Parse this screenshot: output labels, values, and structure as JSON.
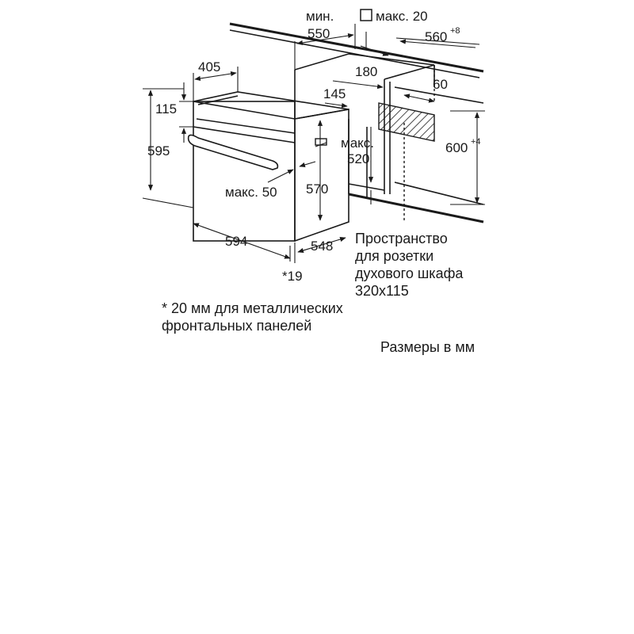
{
  "labels": {
    "min": "мин.",
    "min_550": "550",
    "max20": "макс. 20",
    "dim_560": "560",
    "dim_560_sup": "+8",
    "dim_405": "405",
    "dim_180": "180",
    "dim_60": "60",
    "dim_145": "145",
    "dim_115": "115",
    "max_520_a": "макс.",
    "max_520_b": "520",
    "dim_600": "600",
    "dim_600_sup": "+4",
    "dim_595": "595",
    "max_50": "макс. 50",
    "dim_570": "570",
    "dim_594": "594",
    "dim_548": "548",
    "star_19": "*19"
  },
  "notes": {
    "socket_space": "Пространство\nдля розетки\nдухового шкафа\n320x115",
    "metal_front": "* 20 мм для металлических\nфронтальных панелей",
    "units": "Размеры в мм"
  },
  "icons": {
    "square": "square-outline-icon"
  }
}
